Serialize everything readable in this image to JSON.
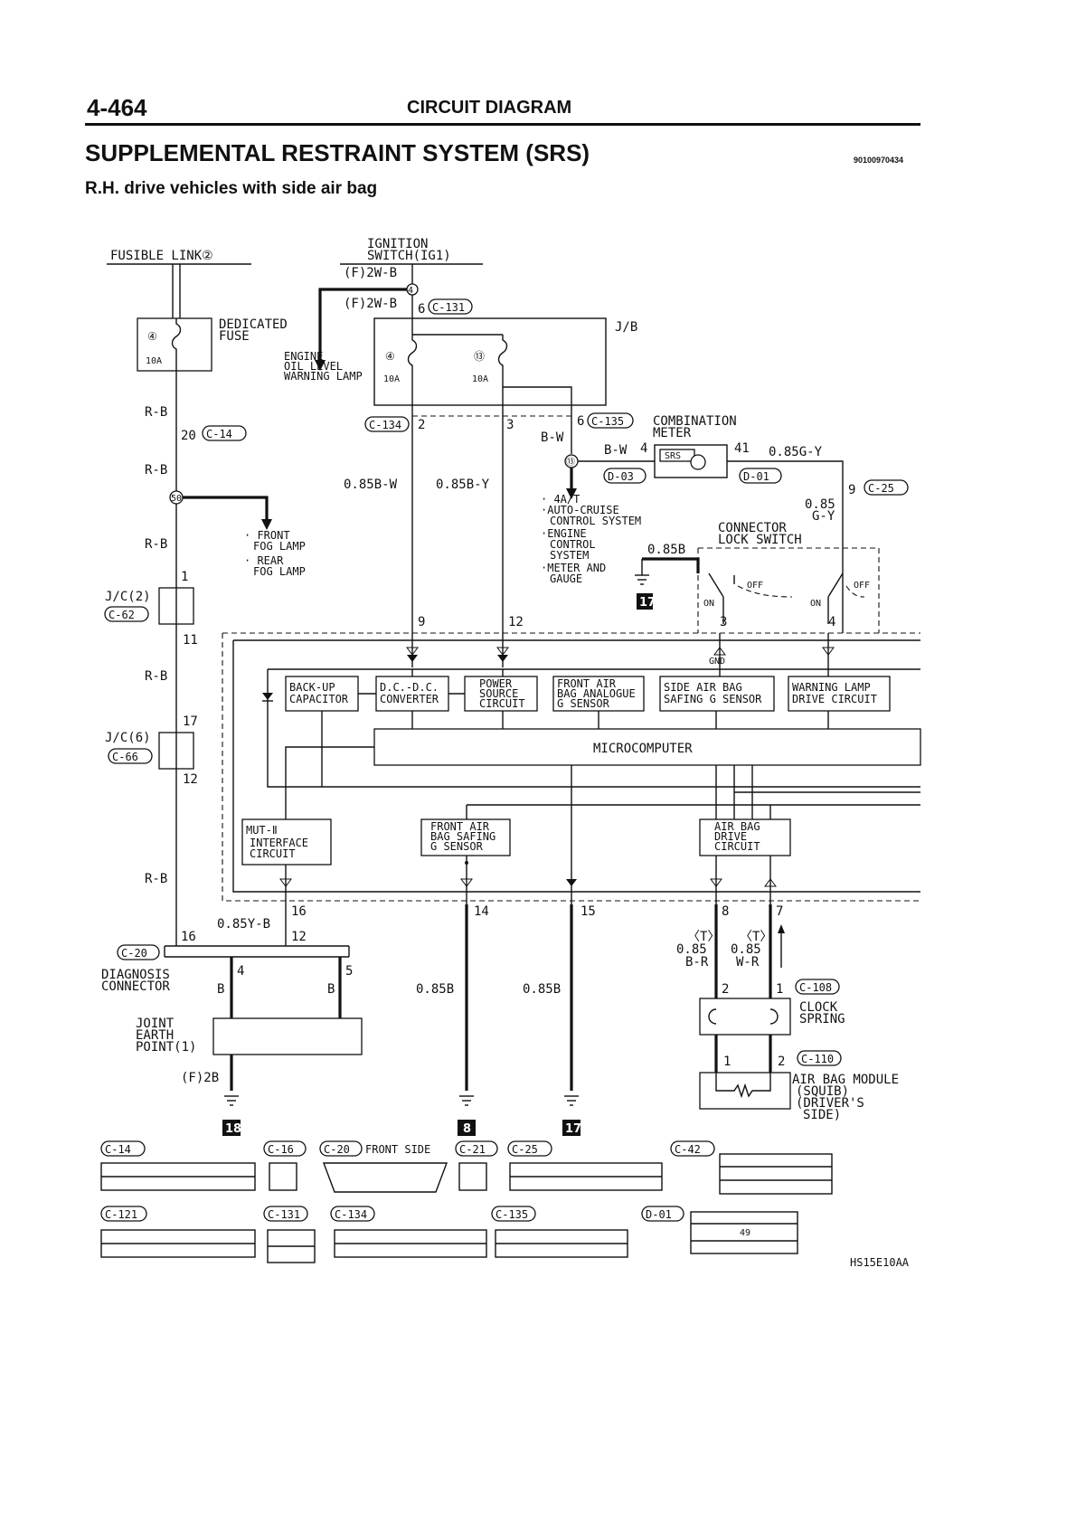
{
  "header": {
    "page_number": "4-464",
    "section": "CIRCUIT DIAGRAM",
    "title": "SUPPLEMENTAL RESTRAINT SYSTEM (SRS)",
    "doc_code": "90100970434",
    "subtitle": "R.H. drive vehicles with side air bag"
  },
  "sources": {
    "fusible_link": "FUSIBLE LINK②",
    "ignition_1": "IGNITION",
    "ignition_2": "SWITCH(IG1)",
    "dedicated_fuse_1": "DEDICATED",
    "dedicated_fuse_2": "FUSE",
    "jb": "J/B",
    "fuse_4": "④",
    "fuse_13": "⑬",
    "fuse_10a": "10A"
  },
  "labels": {
    "f2wb": "(F)2W-B",
    "c131": "C-131",
    "c134": "C-134",
    "c135": "C-135",
    "c14": "C-14",
    "c62": "C-62",
    "c66": "C-66",
    "c20": "C-20",
    "c25": "C-25",
    "c108": "C-108",
    "c110": "C-110",
    "d03": "D-03",
    "d01": "D-01",
    "rb": "R-B",
    "bw": "B-W",
    "b": "B",
    "w085bw": "0.85B-W",
    "w085by": "0.85B-Y",
    "w085gy": "0.85G-Y",
    "w085": "0.85",
    "gy": "G-Y",
    "w085b": "0.85B",
    "w085yb": "0.85Y-B",
    "br": "B-R",
    "wr": "W-R",
    "t": "〈T〉",
    "f2b": "(F)2B",
    "jc2": "J/C(2)",
    "jc6": "J/C(6)",
    "engine_oil_1": "ENGINE",
    "engine_oil_2": "OIL LEVEL",
    "engine_oil_3": "WARNING LAMP",
    "fog_1": "· FRONT",
    "fog_2": "FOG LAMP",
    "fog_3": "· REAR",
    "fog_4": "FOG LAMP",
    "cruise_1": "· 4A/T",
    "cruise_2": "·AUTO-CRUISE",
    "cruise_3": "CONTROL SYSTEM",
    "cruise_4": "·ENGINE",
    "cruise_5": "CONTROL",
    "cruise_6": "SYSTEM",
    "cruise_7": "·METER AND",
    "cruise_8": "GAUGE",
    "comb_1": "COMBINATION",
    "comb_2": "METER",
    "srs": "SRS",
    "conn_lock_1": "CONNECTOR",
    "conn_lock_2": "LOCK SWITCH",
    "off": "OFF",
    "on": "ON",
    "gnd": "GND",
    "diag_1": "DIAGNOSIS",
    "diag_2": "CONNECTOR",
    "joint_1": "JOINT",
    "joint_2": "EARTH",
    "joint_3": "POINT(1)",
    "clock_1": "CLOCK",
    "clock_2": "SPRING",
    "airbag_1": "AIR BAG MODULE",
    "airbag_2": "(SQUIB)",
    "airbag_3": "(DRIVER'S",
    "airbag_4": "SIDE)",
    "ground_17": "17",
    "ground_18": "18",
    "ground_8": "8",
    "front_side": "FRONT SIDE",
    "c16": "C-16",
    "c21": "C-21",
    "c42": "C-42",
    "c121": "C-121",
    "fig_code": "HS15E10AA"
  },
  "blocks": {
    "backup_1": "BACK-UP",
    "backup_2": "CAPACITOR",
    "dcdc_1": "D.C.-D.C.",
    "dcdc_2": "CONVERTER",
    "power_1": "POWER",
    "power_2": "SOURCE",
    "power_3": "CIRCUIT",
    "front_g_1": "FRONT AIR",
    "front_g_2": "BAG ANALOGUE",
    "front_g_3": "G SENSOR",
    "side_g_1": "SIDE AIR BAG",
    "side_g_2": "SAFING G SENSOR",
    "warn_1": "WARNING LAMP",
    "warn_2": "DRIVE CIRCUIT",
    "micro": "MICROCOMPUTER",
    "mut_1": "MUT-Ⅱ",
    "mut_2": "INTERFACE",
    "mut_3": "CIRCUIT",
    "fsafe_1": "FRONT AIR",
    "fsafe_2": "BAG SAFING",
    "fsafe_3": "G SENSOR",
    "drive_1": "AIR BAG",
    "drive_2": "DRIVE",
    "drive_3": "CIRCUIT"
  },
  "pins": {
    "p1": "1",
    "p2": "2",
    "p3": "3",
    "p4": "4",
    "p5": "5",
    "p6": "6",
    "p7": "7",
    "p8": "8",
    "p9": "9",
    "p11": "11",
    "p12": "12",
    "p14": "14",
    "p15": "15",
    "p16": "16",
    "p17": "17",
    "p20": "20",
    "p41": "41",
    "p49": "49",
    "pin_c4": "④",
    "pin_c13": "⑬",
    "pin_c50": "50"
  }
}
